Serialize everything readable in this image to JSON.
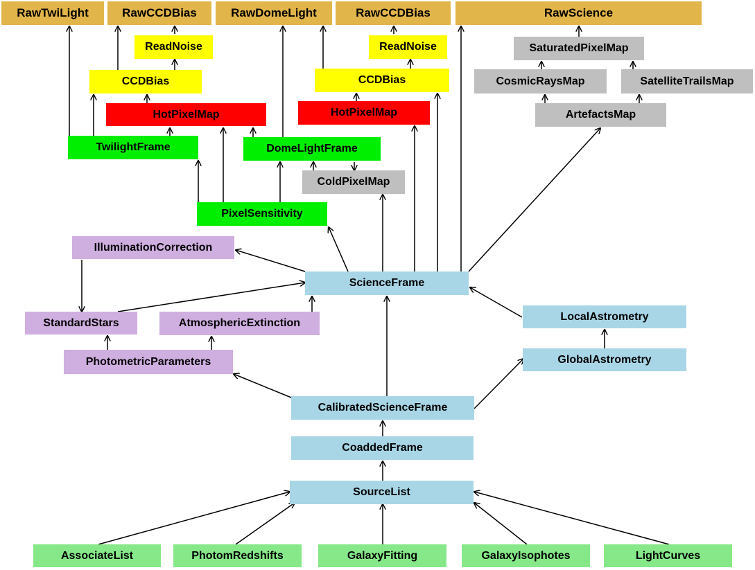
{
  "nodes": {
    "raw_twilight": "RawTwiLight",
    "raw_ccdbias_1": "RawCCDBias",
    "raw_domelight": "RawDomeLight",
    "raw_ccdbias_2": "RawCCDBias",
    "raw_science": "RawScience",
    "readnoise_1": "ReadNoise",
    "readnoise_2": "ReadNoise",
    "ccdbias_1": "CCDBias",
    "ccdbias_2": "CCDBias",
    "hotpixelmap_1": "HotPixelMap",
    "hotpixelmap_2": "HotPixelMap",
    "twilightframe": "TwilightFrame",
    "domelightframe": "DomeLightFrame",
    "coldpixelmap": "ColdPixelMap",
    "pixelsensitivity": "PixelSensitivity",
    "saturatedpixelmap": "SaturatedPixelMap",
    "cosmicraysmap": "CosmicRaysMap",
    "satellitetrailsmap": "SatelliteTrailsMap",
    "artefactsmap": "ArtefactsMap",
    "illuminationcorrection": "IlluminationCorrection",
    "scienceframe": "ScienceFrame",
    "standardstars": "StandardStars",
    "atmosphericextinction": "AtmosphericExtinction",
    "localastrometry": "LocalAstrometry",
    "photometricparameters": "PhotometricParameters",
    "globalastrometry": "GlobalAstrometry",
    "calibratedscienceframe": "CalibratedScienceFrame",
    "coaddedframe": "CoaddedFrame",
    "sourcelist": "SourceList",
    "associatelist": "AssociateList",
    "photomredshifts": "PhotomRedshifts",
    "galaxyfitting": "GalaxyFitting",
    "galaxyisophotes": "GalaxyIsophotes",
    "lightcurves": "LightCurves"
  },
  "colors": {
    "raw": "#e2b54a",
    "yellow": "#ffff00",
    "red": "#ff0000",
    "green": "#00ee00",
    "gray": "#bfbfbf",
    "purple": "#cfaee0",
    "blue": "#a8d6e6",
    "light_green": "#86e888",
    "arrow": "#000000"
  }
}
